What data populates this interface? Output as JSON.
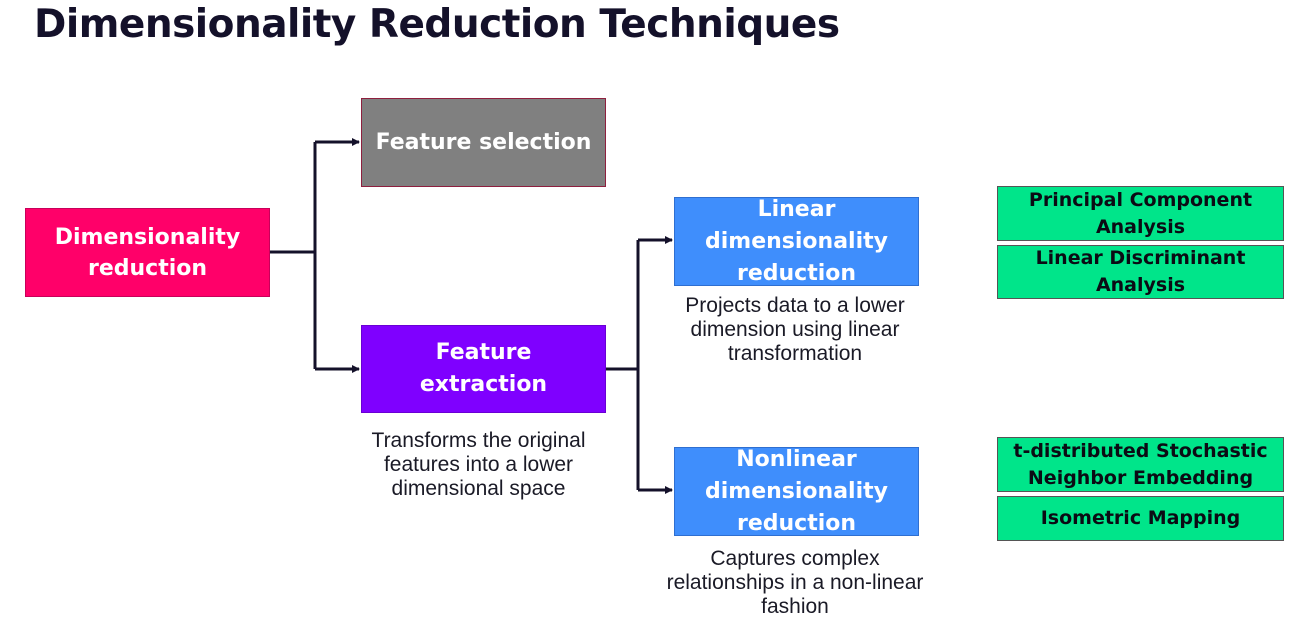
{
  "title": "Dimensionality Reduction Techniques",
  "nodes": {
    "dimensionality_reduction": "Dimensionality reduction",
    "feature_selection": "Feature selection",
    "feature_extraction": "Feature extraction",
    "linear": "Linear dimensionality reduction",
    "nonlinear": "Nonlinear dimensionality reduction",
    "pca": "Principal Component Analysis",
    "lda": "Linear Discriminant Analysis",
    "tsne": "t-distributed Stochastic Neighbor Embedding",
    "isomap": "Isometric Mapping"
  },
  "descriptions": {
    "feature_extraction": "Transforms the original features into a lower dimensional space",
    "linear": "Projects data to a lower dimension using linear transformation",
    "nonlinear": "Captures complex relationships in a non-linear fashion"
  },
  "colors": {
    "dimensionality_reduction": "#ff0069",
    "feature_selection": "#808080",
    "feature_extraction": "#7f00ff",
    "method_category": "#3f8efc",
    "technique": "#00e58a",
    "connector": "#14112a"
  }
}
